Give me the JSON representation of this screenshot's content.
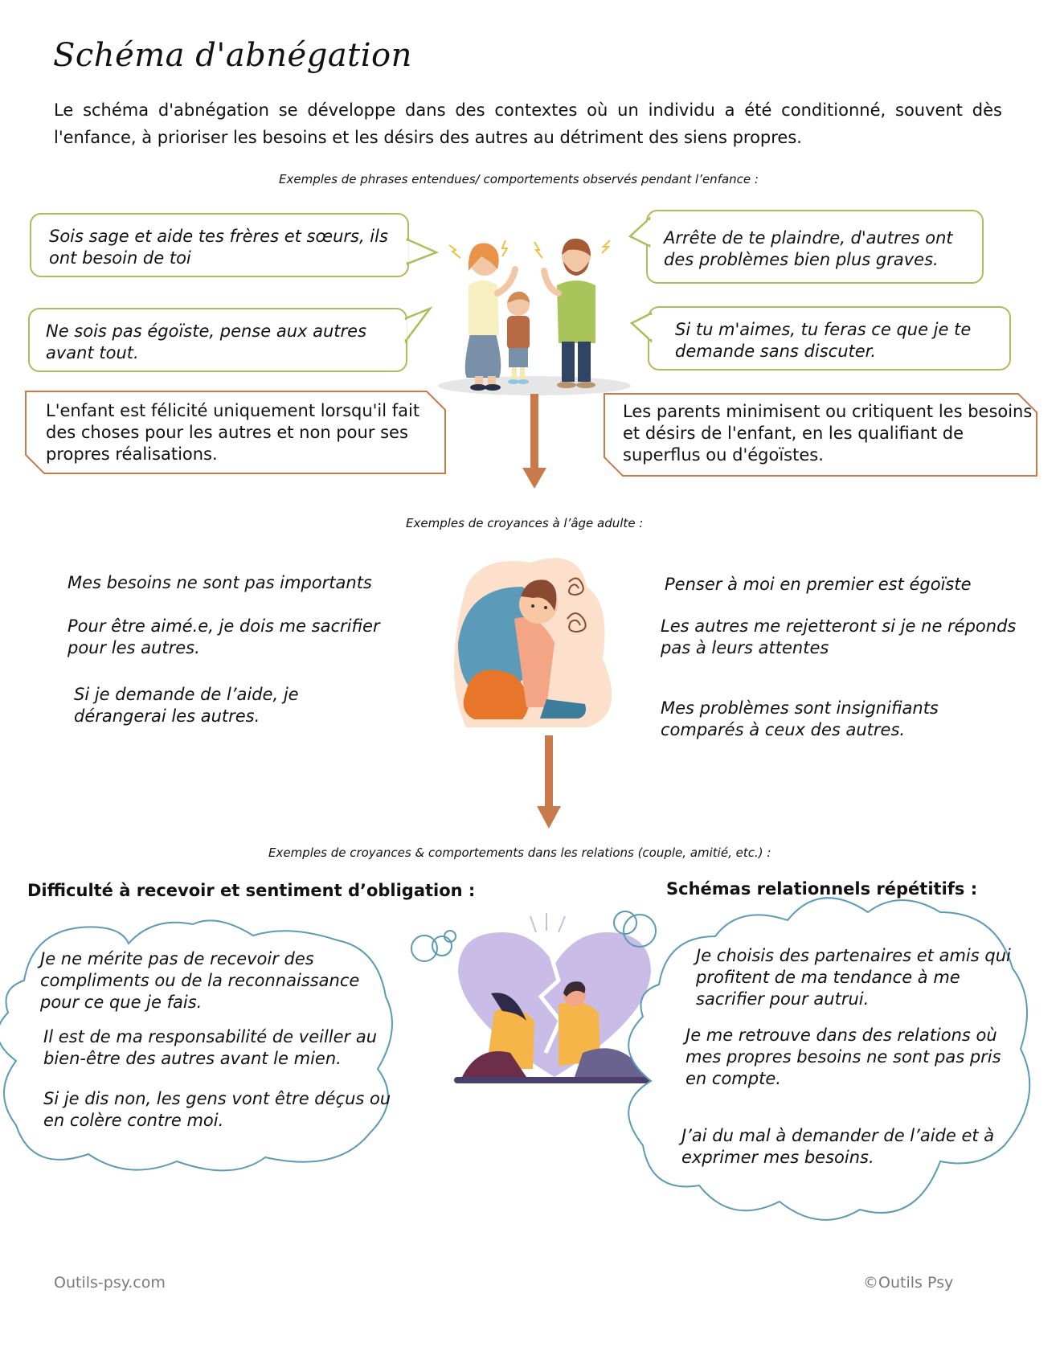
{
  "header": {
    "title": "Schéma d'abnégation",
    "intro": "Le schéma d'abnégation se développe dans des contextes où un individu a été conditionné, souvent dès l'enfance, à prioriser les besoins et les désirs des autres au détriment des siens propres."
  },
  "childhood": {
    "caption": "Exemples de phrases entendues/ comportements observés pendant l’enfance :",
    "phrases_left": [
      "Sois sage et aide tes frères et sœurs, ils ont besoin de toi",
      "Ne sois pas égoïste, pense aux autres avant tout."
    ],
    "phrases_right": [
      "Arrête de te plaindre, d'autres ont des problèmes bien plus graves.",
      "Si tu m'aimes, tu feras ce que je te demande sans discuter."
    ],
    "behaviors": [
      "L'enfant est félicité uniquement lorsqu'il fait des choses pour les autres et non pour ses propres réalisations.",
      "Les parents minimisent ou critiquent les besoins et désirs de l'enfant, en les qualifiant de superflus ou d'égoïstes."
    ],
    "illustration": "angry-parents-crying-child-illustration"
  },
  "adult": {
    "caption": "Exemples de croyances à l’âge adulte :",
    "beliefs_left": [
      "Mes besoins ne sont pas importants",
      "Pour être aimé.e, je dois me sacrifier pour les autres.",
      "Si je demande de l’aide, je dérangerai les autres."
    ],
    "beliefs_right": [
      "Penser à moi en premier est égoïste",
      "Les autres me rejetteront si je ne réponds pas à leurs attentes",
      "Mes problèmes sont insignifiants comparés à ceux des autres."
    ],
    "illustration": "sad-person-hugging-knees-illustration"
  },
  "relations": {
    "caption": "Exemples de croyances & comportements dans les relations (couple, amitié, etc.) :",
    "left": {
      "heading": "Difficulté à recevoir et sentiment d’obligation :",
      "items": [
        "Je ne mérite pas de recevoir des compliments ou de la reconnaissance pour ce que je fais.",
        "Il est de ma responsabilité de veiller au bien-être des autres avant le mien.",
        "Si je dis non, les gens vont être déçus ou en colère contre moi."
      ]
    },
    "right": {
      "heading": "Schémas relationnels répétitifs :",
      "items": [
        "Je choisis des partenaires et amis qui profitent de ma tendance à me sacrifier pour autrui.",
        "Je me retrouve dans des relations où mes propres besoins ne sont pas pris en compte.",
        "J’ai du mal à demander de l’aide et à exprimer mes besoins."
      ]
    },
    "illustration": "broken-heart-couple-illustration"
  },
  "colors": {
    "green_border": "#a9bf5b",
    "brown_border": "#c97a4a",
    "arrow": "#c97a4a",
    "cloud_stroke": "#5b9bb5",
    "footer_text": "#7a7a7a"
  },
  "footer": {
    "left": "Outils-psy.com",
    "right": "©Outils Psy"
  }
}
